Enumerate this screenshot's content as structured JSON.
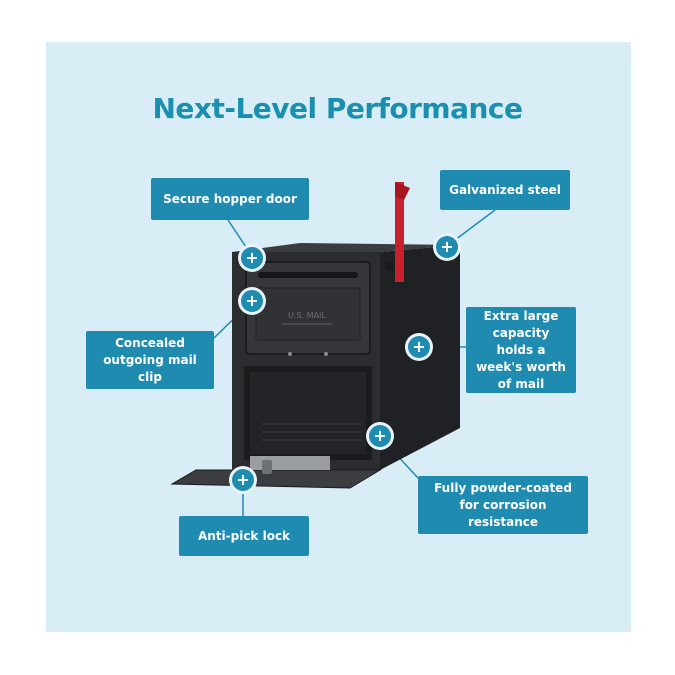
{
  "title": "Next-Level Performance",
  "callouts": {
    "secure_hopper_door": "Secure hopper door",
    "galvanized_steel": "Galvanized steel",
    "concealed_clip": "Concealed outgoing mail clip",
    "extra_large_capacity": "Extra large capacity holds a week's worth of mail",
    "powder_coated": "Fully powder-coated for corrosion resistance",
    "anti_pick_lock": "Anti-pick lock"
  },
  "mailbox_label": "U.S. MAIL",
  "hotspot_glyph": "+",
  "colors": {
    "panel_background": "#d9edf6",
    "accent": "#1f8bb0",
    "title": "#1b8fb0",
    "mailbox_body": "#2b2d30",
    "flag": "#c8202e"
  }
}
